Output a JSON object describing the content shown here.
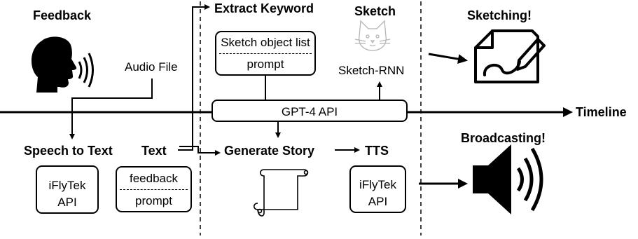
{
  "labels": {
    "feedback": "Feedback",
    "audio_file": "Audio File",
    "extract_keyword": "Extract Keyword",
    "sketch": "Sketch",
    "sketching": "Sketching!",
    "sketch_rnn": "Sketch-RNN",
    "gpt4_api": "GPT-4 API",
    "timeline": "Timeline",
    "speech_to_text": "Speech to Text",
    "text": "Text",
    "generate_story": "Generate Story",
    "tts": "TTS",
    "broadcasting": "Broadcasting!"
  },
  "boxes": {
    "sketch_prompt": {
      "top": "Sketch object list",
      "bottom": "prompt"
    },
    "feedback_prompt": {
      "top": "feedback",
      "bottom": "prompt"
    },
    "iflytek_left": {
      "line1": "iFlyTek",
      "line2": "API"
    },
    "iflytek_right": {
      "line1": "iFlyTek",
      "line2": "API"
    }
  },
  "icons": {
    "speaking_head": "speaking-head-icon",
    "cat_sketch": "cat-sketch-icon",
    "sketch_pencil": "sketch-pencil-icon",
    "scroll": "scroll-icon",
    "speaker": "speaker-icon"
  }
}
